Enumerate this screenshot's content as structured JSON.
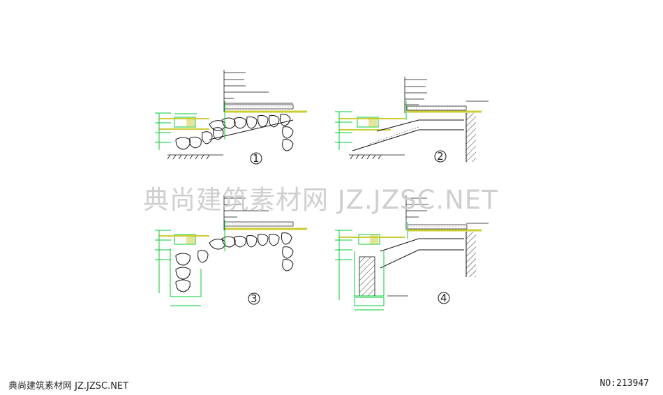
{
  "watermark": "典尚建筑素材网 JZ.JZSC.NET",
  "footer": {
    "site": "典尚建筑素材网 JZ.JZSC.NET",
    "id": "NO:213947"
  },
  "details": [
    {
      "number": "1"
    },
    {
      "number": "2"
    },
    {
      "number": "3"
    },
    {
      "number": "4"
    }
  ],
  "colors": {
    "line": "#111111",
    "dimension": "#00cc33",
    "fill": "#cccc33",
    "hatch": "#555555"
  }
}
